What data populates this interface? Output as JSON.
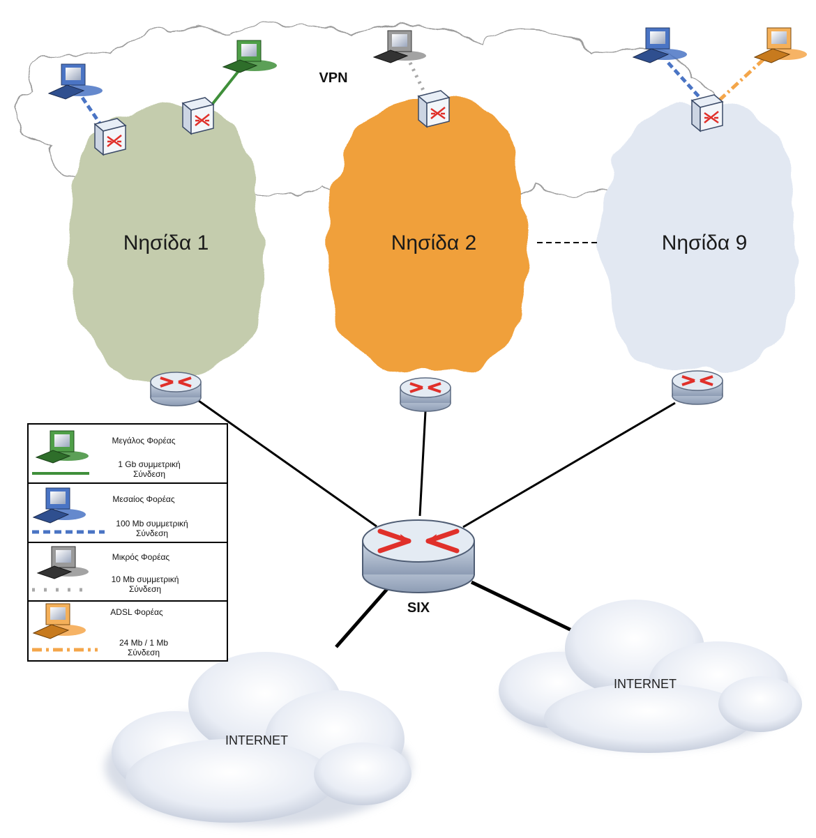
{
  "labels": {
    "vpn": "VPN",
    "zone1": "Νησίδα 1",
    "zone2": "Νησίδα 2",
    "zone3": "Νησίδα 9",
    "six": "SIX",
    "internet_left": "INTERNET",
    "internet_right": "INTERNET"
  },
  "legend": [
    {
      "title": "Μεγάλος Φορέας",
      "line1": "1 Gb συμμετρική",
      "line2": "Σύνδεση"
    },
    {
      "title": "Μεσαίος Φορέας",
      "line1": "100 Mb συμμετρική",
      "line2": "Σύνδεση"
    },
    {
      "title": "Μικρός Φορέας",
      "line1": "10 Mb συμμετρική",
      "line2": "Σύνδεση"
    },
    {
      "title": "ADSL Φορέας",
      "line1": "24 Mb / 1 Mb",
      "line2": "Σύνδεση"
    }
  ],
  "colors": {
    "zone1": "#c4ccad",
    "zone2": "#f0a03a",
    "zone3": "#e2e8f2",
    "vpn_cloud": "#ffffff",
    "large": "#3f8f3a",
    "medium": "#4a74c4",
    "small": "#a8a8a8",
    "adsl": "#f4a64a",
    "router_top": "#dde6f0",
    "router_arrow": "#e0302a",
    "link": "#000000"
  }
}
